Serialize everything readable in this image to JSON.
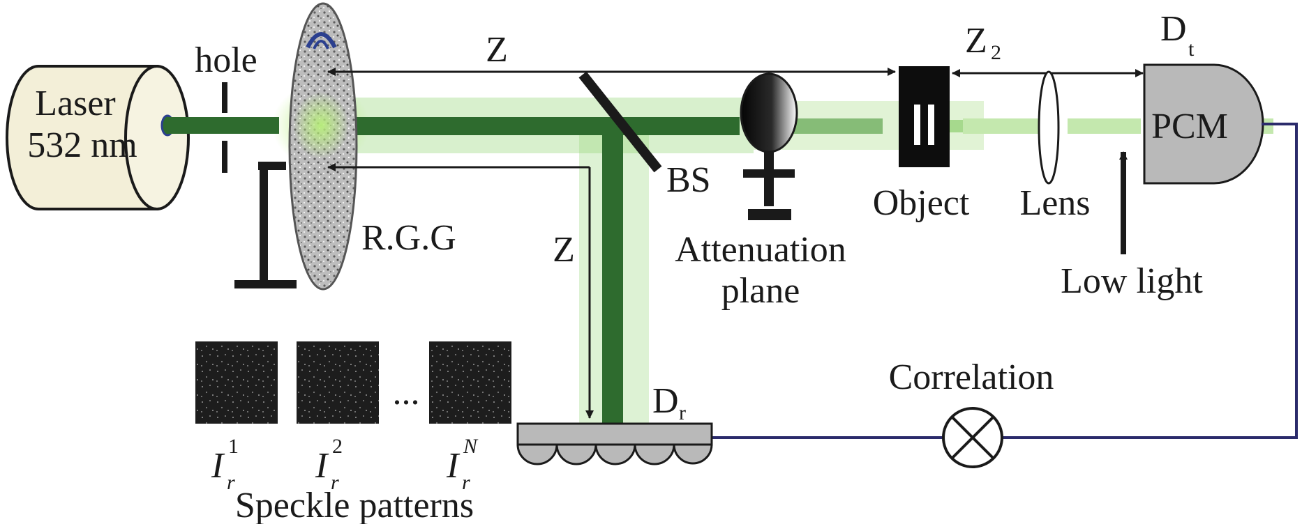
{
  "labels": {
    "laser_line1": "Laser",
    "laser_line2": "532 nm",
    "hole": "hole",
    "rgg": "R.G.G",
    "z_top": "Z",
    "z_side": "Z",
    "bs": "BS",
    "attenuation_line1": "Attenuation",
    "attenuation_line2": "plane",
    "object": "Object",
    "z2": "Z",
    "z2_sub": "2",
    "lens": "Lens",
    "dt": "D",
    "dt_sub": "t",
    "pcm": "PCM",
    "low_light": "Low light",
    "correlation": "Correlation",
    "dr": "D",
    "dr_sub": "r",
    "speckle_i": "I",
    "speckle_sub": "r",
    "speckle_sup_1": "1",
    "speckle_sup_2": "2",
    "speckle_sup_n": "N",
    "ellipsis": "...",
    "speckle_caption": "Speckle patterns"
  },
  "colors": {
    "beam_dark": "#2e6b2e",
    "beam_glow": "#8fd46f",
    "detector_gray": "#b9b9b9",
    "laser_body": "#f3efd8",
    "wire": "#2b2b6b"
  }
}
